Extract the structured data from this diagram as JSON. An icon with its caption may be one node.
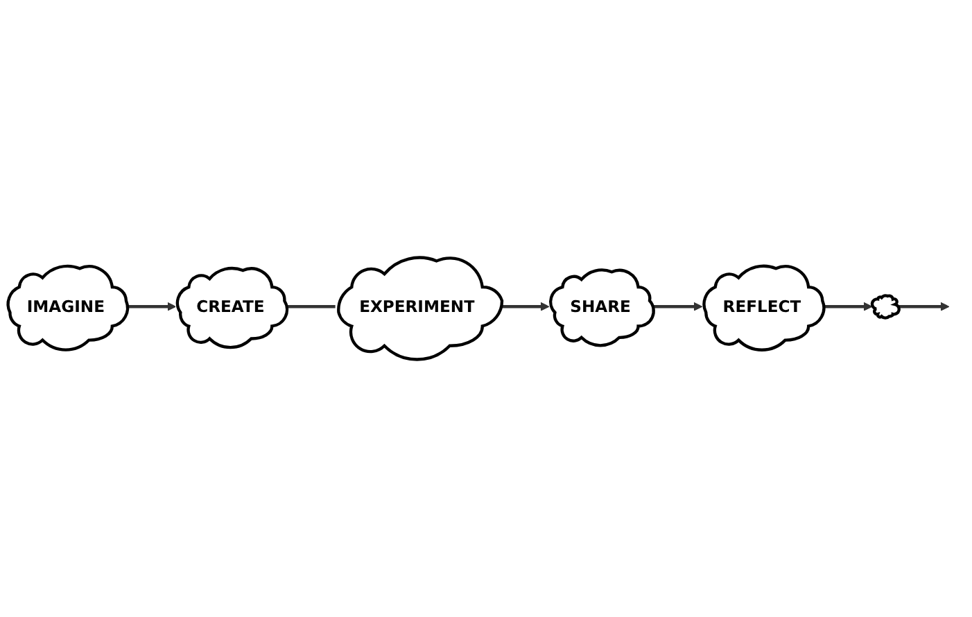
{
  "diagram": {
    "nodes": [
      {
        "text": [],
        "shape": "cloud"
      },
      {
        "text": [
          "REFLECT"
        ]
      },
      {
        "text": [
          "IMAGINE"
        ]
      },
      {
        "text": [
          "SHARE"
        ]
      },
      {
        "text": [
          "CREATE"
        ]
      },
      {
        "text": [
          "EXPERIMENT"
        ]
      }
    ],
    "edges": [
      {
        "from": 2,
        "to": 4,
        "arrow": "to"
      },
      {
        "from": 4,
        "to": 5,
        "arrow": "none"
      },
      {
        "from": 5,
        "to": 3,
        "arrow": "to"
      },
      {
        "from": 3,
        "to": 1,
        "arrow": "to"
      },
      {
        "from": 1,
        "to": 0,
        "arrow": "to"
      },
      {
        "from": 0,
        "to": null,
        "arrow": "to"
      }
    ]
  }
}
